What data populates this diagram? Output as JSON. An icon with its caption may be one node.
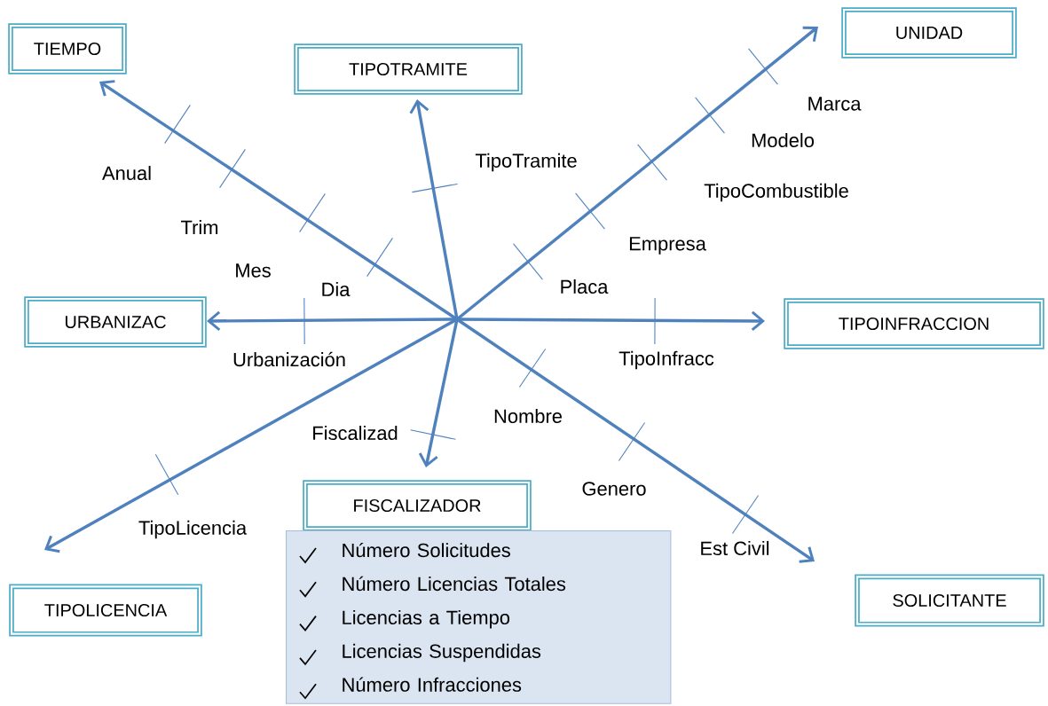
{
  "diagram": {
    "nodes": [
      {
        "text": [
          "TIEMPO"
        ]
      },
      {
        "text": [
          "TIPOTRAMITE"
        ]
      },
      {
        "text": [
          "UNIDAD"
        ]
      },
      {
        "text": [
          "URBANIZAC"
        ]
      },
      {
        "text": [
          "TIPOINFRACCION"
        ]
      },
      {
        "text": [
          "FISCALIZADOR"
        ]
      },
      {
        "text": [
          "Número Solicitudes",
          "Número Licencias Totales",
          "Licencias a Tiempo",
          "Licencias Suspendidas",
          "Número Infracciones"
        ]
      },
      {
        "text": [
          "TIPOLICENCIA"
        ]
      },
      {
        "text": [
          "SOLICITANTE"
        ]
      }
    ],
    "edges": [
      {
        "from": null,
        "to": 0,
        "arrow": "to"
      },
      {
        "from": null,
        "to": 1,
        "arrow": "to"
      },
      {
        "from": null,
        "to": 2,
        "arrow": "to"
      },
      {
        "from": null,
        "to": 3,
        "arrow": "to"
      },
      {
        "from": null,
        "to": 4,
        "arrow": "to"
      },
      {
        "from": null,
        "to": 5,
        "arrow": "to"
      },
      {
        "from": null,
        "to": 7,
        "arrow": "to"
      },
      {
        "from": null,
        "to": 8,
        "arrow": "to"
      }
    ],
    "labels": [
      "Marca",
      "Anual",
      "Modelo",
      "TipoTramite",
      "TipoCombustible",
      "Trim",
      "Empresa",
      "Mes",
      "Dia",
      "Placa",
      "Urbanización",
      "TipoInfracc",
      "Nombre",
      "Fiscalizad",
      "Genero",
      "TipoLicencia",
      "Est Civil"
    ]
  }
}
